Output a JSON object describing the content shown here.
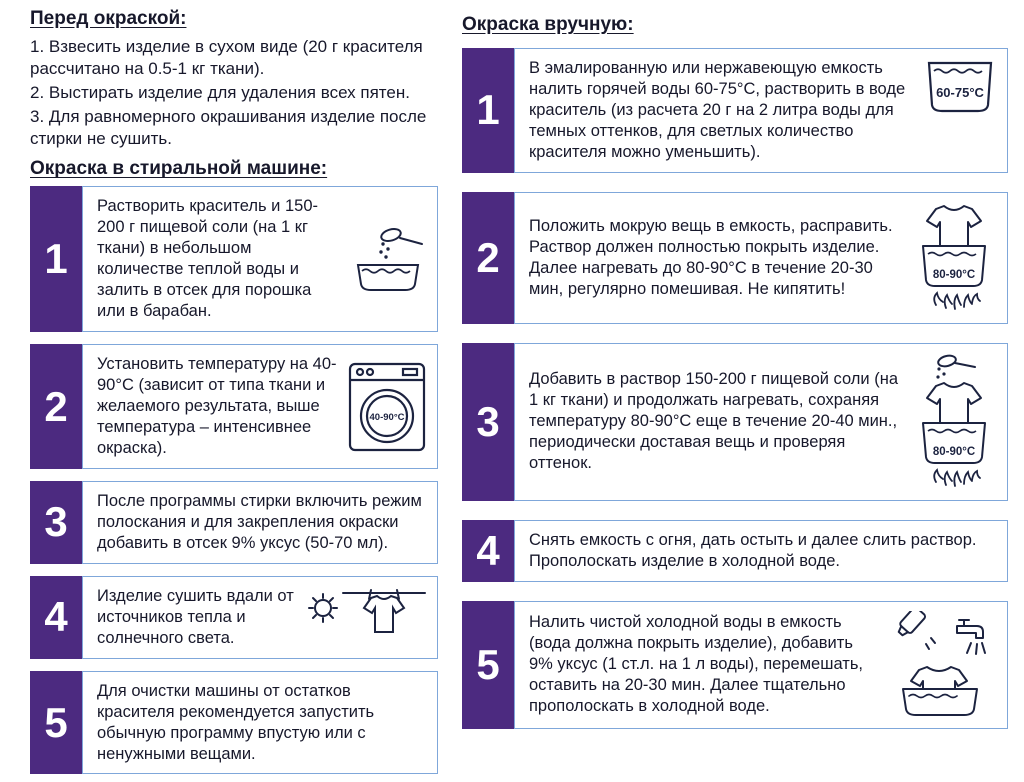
{
  "colors": {
    "accent_purple": "#4c2a80",
    "box_border_blue": "#7fa7da",
    "text": "#17182b"
  },
  "left": {
    "intro_title": "Перед окраской:",
    "intro_items": [
      "1. Взвесить изделие в сухом виде (20 г красителя рассчитано на 0.5-1 кг ткани).",
      "2. Выстирать изделие для удаления всех пятен.",
      "3. Для равномерного окрашивания изделие после стирки не сушить."
    ],
    "section_title": "Окраска в стиральной машине:",
    "steps": [
      {
        "num": "1",
        "text": "Растворить краситель и 150-200 г пищевой соли (на 1 кг ткани) в небольшом количестве теплой воды и залить в отсек для порошка или в барабан.",
        "icon": "spoon-powder-bowl"
      },
      {
        "num": "2",
        "text": "Установить температуру на 40-90°C (зависит от типа ткани и желаемого результата, выше температура – интенсивнее окраска).",
        "icon": "washing-machine",
        "icon_label": "40-90°C"
      },
      {
        "num": "3",
        "text": "После программы стирки включить режим полоскания и для закрепления окраски добавить в отсек 9% уксус (50-70 мл).",
        "icon": null
      },
      {
        "num": "4",
        "text": "Изделие сушить вдали от источников тепла и солнечного света.",
        "icon": "sun-clothesline-shirt"
      },
      {
        "num": "5",
        "text": "Для очистки машины от остатков красителя рекомендуется запустить обычную программу впустую или с ненужными вещами.",
        "icon": null
      }
    ]
  },
  "right": {
    "section_title": "Окраска вручную:",
    "steps": [
      {
        "num": "1",
        "text": "В эмалированную или нержавеющую емкость налить горячей воды 60-75°C, растворить в воде краситель (из расчета 20 г на 2 литра воды для темных оттенков, для светлых количество красителя можно уменьшить).",
        "icon": "pot-temperature",
        "icon_label": "60-75°C"
      },
      {
        "num": "2",
        "text": "Положить мокрую вещь в емкость, расправить. Раствор должен полностью покрыть изделие. Далее нагревать до 80-90°C в течение 20-30 мин, регулярно помешивая. Не кипятить!",
        "icon": "shirt-in-pot-flame",
        "icon_label": "80-90°C"
      },
      {
        "num": "3",
        "text": "Добавить в раствор 150-200 г пищевой соли (на 1 кг ткани) и продолжать нагревать, сохраняя температуру 80-90°C еще в течение 20-40 мин., периодически доставая вещь и проверяя оттенок.",
        "icon": "spoon-shirt-in-pot-flame",
        "icon_label": "80-90°C"
      },
      {
        "num": "4",
        "text": "Снять емкость с огня, дать остыть и далее слить раствор. Прополоскать изделие в холодной воде.",
        "icon": null
      },
      {
        "num": "5",
        "text": "Налить чистой холодной воды в емкость (вода должна покрыть изделие), добавить 9% уксус (1 ст.л. на 1 л воды), перемешать, оставить на 20-30 мин. Далее тщательно прополоскать в холодной воде.",
        "icon": "bottle-faucet-rinse"
      }
    ]
  }
}
